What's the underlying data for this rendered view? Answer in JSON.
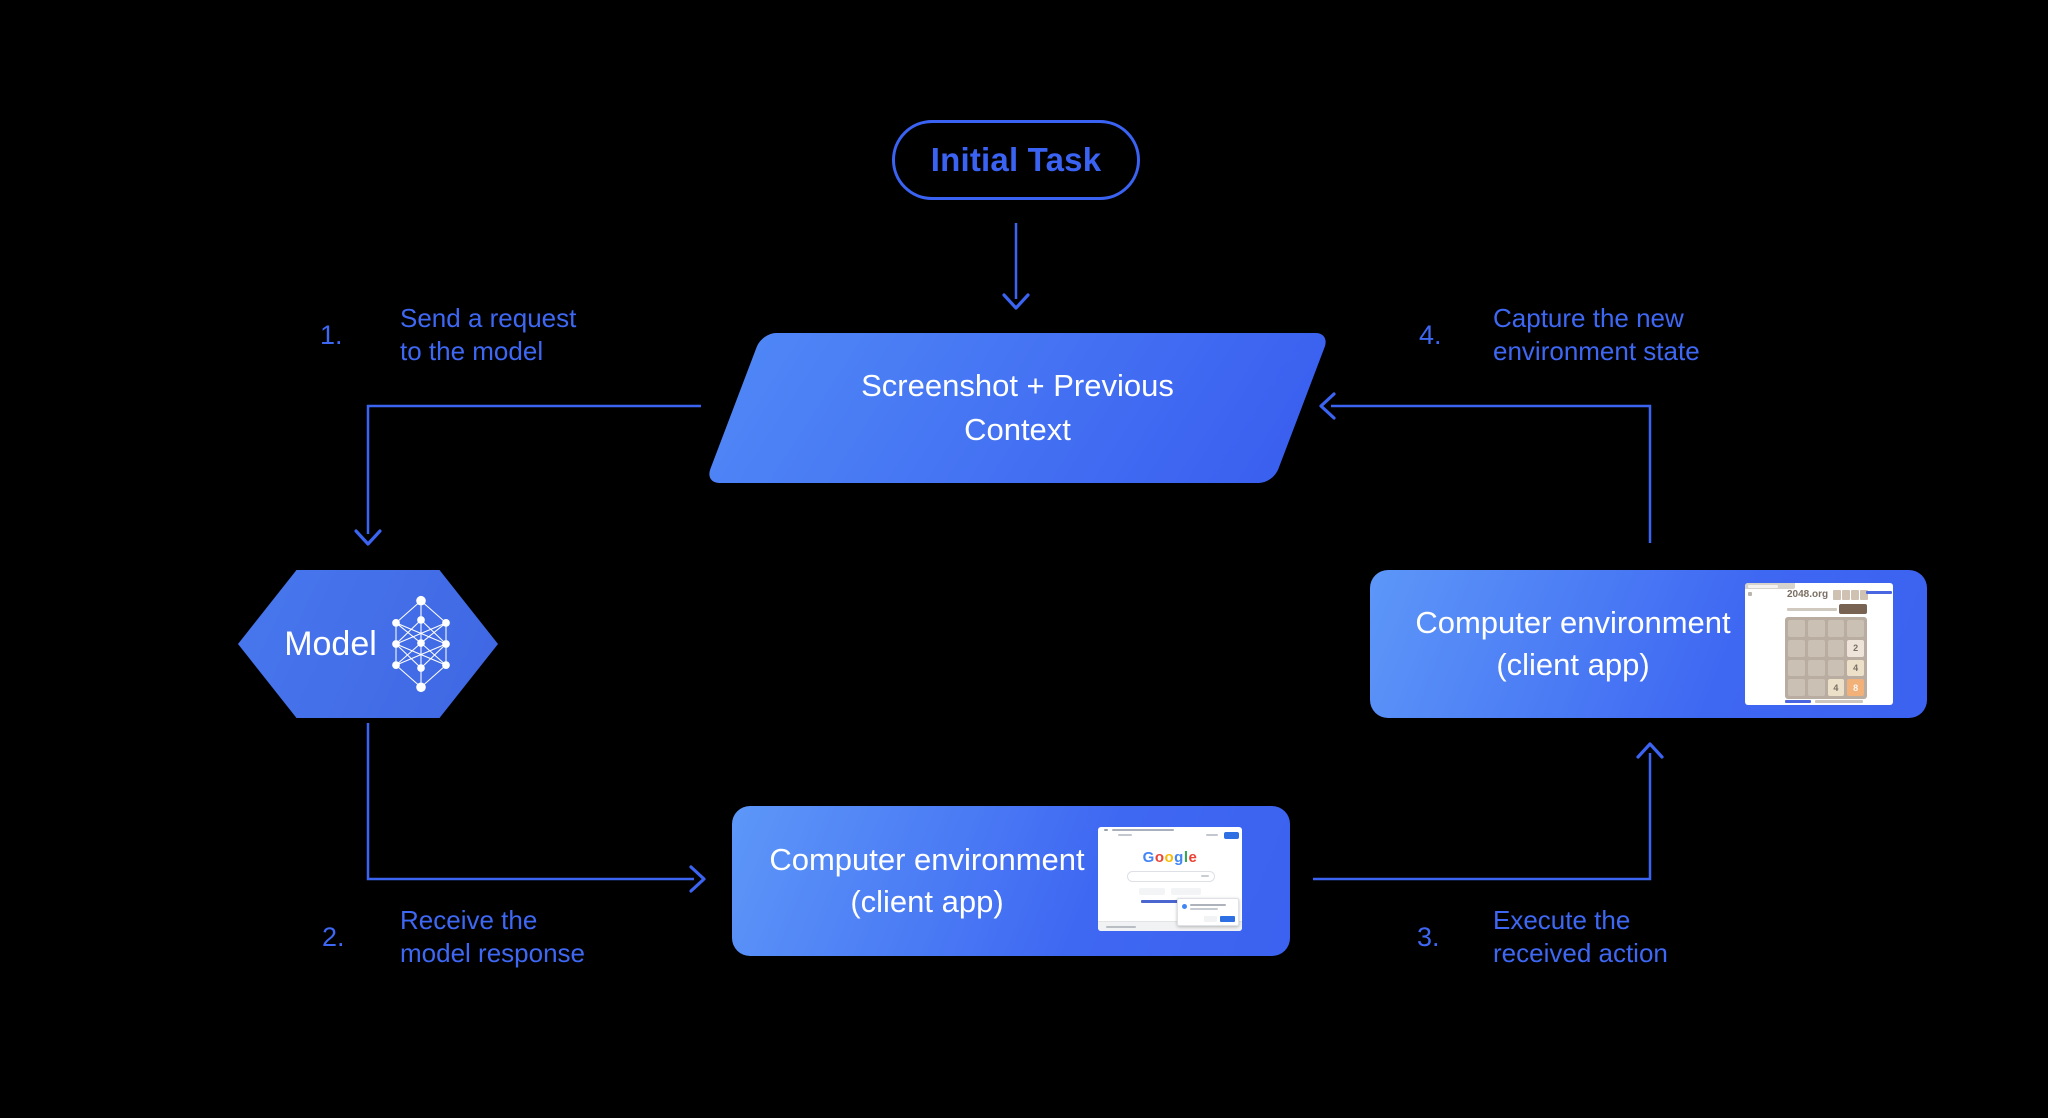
{
  "colors": {
    "background": "#000000",
    "accent_blue": "#3c64f2",
    "label_blue": "#3e68f3",
    "node_text_white": "#ffffff",
    "parallelogram_gradient_start": "#4f86f6",
    "parallelogram_gradient_end": "#3a5ff0",
    "box_gradient_start": "#5d97f8",
    "box_gradient_end": "#3b62f0",
    "hexagon_fill": "#4470e8"
  },
  "nodes": {
    "initial_task": {
      "label": "Initial Task"
    },
    "screenshot_context": {
      "line1": "Screenshot + Previous",
      "line2": "Context"
    },
    "model": {
      "label": "Model",
      "icon": "neural-network-icon"
    },
    "env_bottom": {
      "line1": "Computer environment",
      "line2": "(client app)"
    },
    "env_right": {
      "line1": "Computer environment",
      "line2": "(client app)"
    }
  },
  "steps": {
    "s1": {
      "number": "1.",
      "line1": "Send a request",
      "line2": "to the model"
    },
    "s2": {
      "number": "2.",
      "line1": "Receive the",
      "line2": "model response"
    },
    "s3": {
      "number": "3.",
      "line1": "Execute the",
      "line2": "received action"
    },
    "s4": {
      "number": "4.",
      "line1": "Capture the new",
      "line2": "environment state"
    }
  },
  "thumbnails": {
    "google_search": {
      "logo_letters": [
        {
          "ch": "G",
          "color": "#4285F4"
        },
        {
          "ch": "o",
          "color": "#EA4335"
        },
        {
          "ch": "o",
          "color": "#FBBC05"
        },
        {
          "ch": "g",
          "color": "#4285F4"
        },
        {
          "ch": "l",
          "color": "#34A853"
        },
        {
          "ch": "e",
          "color": "#EA4335"
        }
      ]
    },
    "game_2048": {
      "site_title": "2048.org",
      "grid_rows": 4,
      "grid_cols": 4,
      "tiles": [
        {
          "row": 1,
          "col": 3,
          "value": "2",
          "bg": "#eee4da",
          "fg": "#776e65"
        },
        {
          "row": 2,
          "col": 3,
          "value": "4",
          "bg": "#ede0c8",
          "fg": "#776e65"
        },
        {
          "row": 3,
          "col": 2,
          "value": "4",
          "bg": "#ede0c8",
          "fg": "#776e65"
        },
        {
          "row": 3,
          "col": 3,
          "value": "8",
          "bg": "#f2b179",
          "fg": "#f9f6f2"
        }
      ]
    }
  }
}
